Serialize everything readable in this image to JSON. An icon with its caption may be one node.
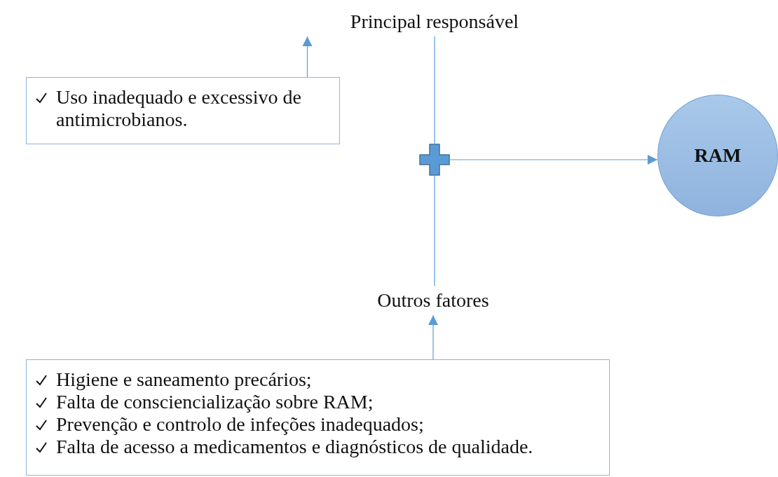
{
  "diagram": {
    "nodes": [
      {
        "text": [
          "Principal responsável"
        ]
      },
      {
        "text": [
          "Uso inadequado e excessivo de antimicrobianos."
        ]
      },
      {
        "text": [],
        "shape": "plus"
      },
      {
        "text": [
          "RAM"
        ]
      },
      {
        "text": [
          "Outros fatores"
        ]
      },
      {
        "text": [
          "Higiene e saneamento precários;",
          "Falta de consciencialização sobre RAM;",
          "Prevenção e controlo de infeções inadequados;",
          "Falta de acesso a medicamentos e diagnósticos de qualidade."
        ]
      }
    ],
    "edges": [
      {
        "from": 1,
        "to": 0,
        "arrow": "to"
      },
      {
        "from": 0,
        "to": 2,
        "arrow": "none"
      },
      {
        "from": 2,
        "to": 3,
        "arrow": "to"
      },
      {
        "from": 2,
        "to": 4,
        "arrow": "none"
      },
      {
        "from": 5,
        "to": 4,
        "arrow": "to"
      }
    ]
  }
}
